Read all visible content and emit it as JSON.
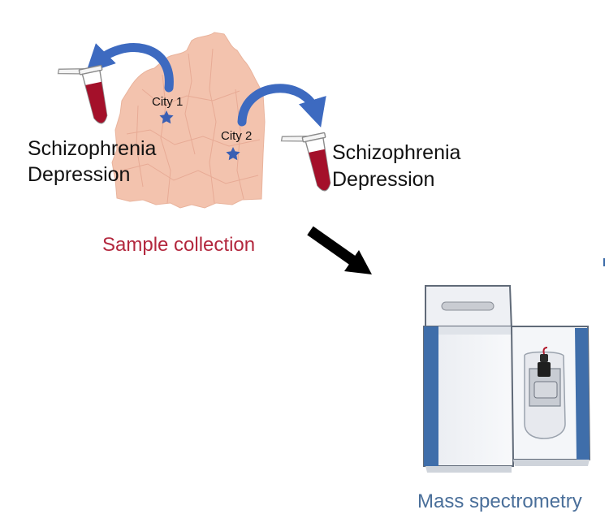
{
  "map": {
    "cities": [
      {
        "label": "City 1"
      },
      {
        "label": "City 2"
      }
    ]
  },
  "samples": {
    "left": {
      "lines": [
        "Schizophrenia",
        "Depression"
      ]
    },
    "right": {
      "lines": [
        "Schizophrenia",
        "Depression"
      ]
    }
  },
  "captions": {
    "sample_collection": "Sample collection",
    "mass_spectrometry": "Mass spectrometry"
  },
  "colors": {
    "map_fill": "#f3c3ae",
    "star": "#3a5fb3",
    "curved_arrow": "#3d6ac0",
    "process_arrow": "#000000",
    "blood": "#a4102a",
    "sample_caption": "#b3283e",
    "instrument_caption": "#4a6f9a",
    "instrument_accent": "#3f6eaa"
  },
  "icons": [
    "map-of-regions",
    "star-icon",
    "curved-arrow-icon",
    "sample-tube-icon",
    "arrow-icon",
    "mass-spectrometer-icon"
  ]
}
